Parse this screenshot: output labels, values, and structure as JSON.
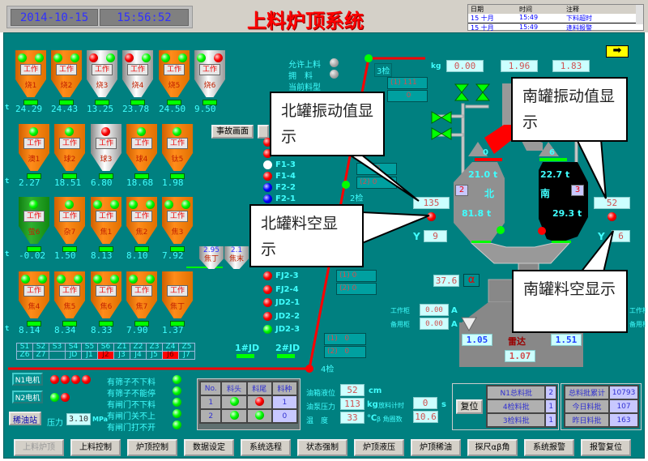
{
  "header": {
    "date": "2014-10-15",
    "time": "15:56:52",
    "title": "上料炉顶系统",
    "alarm_log": {
      "columns": [
        "日期",
        "时间",
        "注释"
      ],
      "rows": [
        [
          "15 十月",
          "15:49",
          "下料超时"
        ],
        [
          "15 十月",
          "15:49",
          "逢料报警"
        ]
      ]
    }
  },
  "silos": [
    {
      "name": "烧1",
      "color": "orange",
      "lamps": [
        "g",
        "g"
      ],
      "value": "24.29"
    },
    {
      "name": "烧2",
      "color": "orange",
      "lamps": [
        "g",
        "g"
      ],
      "value": "24.43"
    },
    {
      "name": "烧3",
      "color": "gray",
      "lamps": [
        "r",
        "g"
      ],
      "value": "13.25"
    },
    {
      "name": "烧4",
      "color": "gray",
      "lamps": [
        "r",
        "g"
      ],
      "value": "23.78"
    },
    {
      "name": "烧5",
      "color": "orange",
      "lamps": [
        "g",
        "g"
      ],
      "value": "24.50"
    },
    {
      "name": "烧6",
      "color": "gray",
      "lamps": [
        "g",
        "r"
      ],
      "value": "9.50"
    },
    {
      "name": "澳1",
      "color": "orange",
      "lamps": [
        "g"
      ],
      "value": "2.27"
    },
    {
      "name": "球2",
      "color": "orange",
      "lamps": [
        "g"
      ],
      "value": "18.51"
    },
    {
      "name": "球3",
      "color": "gray",
      "lamps": [
        "r"
      ],
      "value": "6.80"
    },
    {
      "name": "球4",
      "color": "orange",
      "lamps": [
        "g"
      ],
      "value": "18.68"
    },
    {
      "name": "钛5",
      "color": "orange",
      "lamps": [
        "g"
      ],
      "value": "1.98"
    },
    {
      "name": "萤6",
      "color": "green",
      "lamps": [
        "g"
      ],
      "value": "-0.02"
    },
    {
      "name": "杂7",
      "color": "orange",
      "lamps": [
        "g"
      ],
      "value": "1.50"
    },
    {
      "name": "焦1",
      "color": "orange",
      "lamps": [
        "g",
        "g"
      ],
      "value": "8.13"
    },
    {
      "name": "焦2",
      "color": "orange",
      "lamps": [
        "g",
        "g"
      ],
      "value": "8.10"
    },
    {
      "name": "焦3",
      "color": "orange",
      "lamps": [
        "g",
        "g"
      ],
      "value": "7.92"
    },
    {
      "name": "焦4",
      "color": "orange",
      "lamps": [
        "g",
        "g"
      ],
      "value": "8.14"
    },
    {
      "name": "焦5",
      "color": "orange",
      "lamps": [
        "g",
        "g"
      ],
      "value": "8.34"
    },
    {
      "name": "焦6",
      "color": "orange",
      "lamps": [
        "g",
        "g"
      ],
      "value": "8.33"
    },
    {
      "name": "焦7",
      "color": "orange",
      "lamps": [
        "g",
        "g"
      ],
      "value": "7.90"
    },
    {
      "name": "焦丁",
      "color": "orange",
      "lamps": [],
      "value": "1.37"
    }
  ],
  "silo_work_label": "工作",
  "unit_t": "t",
  "small_hoppers": [
    {
      "value": "2.95",
      "name": "焦丁"
    },
    {
      "value": "2.1",
      "name": "焦末"
    }
  ],
  "accident_button": "事故画面",
  "status": {
    "allow_feed": "允许上料",
    "jam": "拥　料",
    "current_type": "当前料型"
  },
  "valve_lamps": [
    {
      "label": "",
      "c": "r"
    },
    {
      "label": "",
      "c": "r"
    },
    {
      "label": "F1-3",
      "c": "w"
    },
    {
      "label": "F1-4",
      "c": "r"
    },
    {
      "label": "F2-2",
      "c": "b"
    },
    {
      "label": "F2-1",
      "c": "b"
    }
  ],
  "valve_lamps2": [
    {
      "label": "FJ2-3",
      "c": "r"
    },
    {
      "label": "FJ2-4",
      "c": "r"
    },
    {
      "label": "JD2-1",
      "c": "r"
    },
    {
      "label": "JD2-2",
      "c": "r"
    },
    {
      "label": "JD2-3",
      "c": "g"
    }
  ],
  "checks": {
    "c3": "3检",
    "c2": "2检",
    "c4": "4检",
    "c3_1": "(1) 111",
    "c3_2": "0",
    "c2_1": "0",
    "c2_2": "(2)",
    "c2_2v": "0",
    "m1": "(1)",
    "m1v": "0",
    "m2": "(2)",
    "m2v": "0",
    "b1": "(1)",
    "b1v": "0",
    "b2": "(2)",
    "b2v": "0"
  },
  "weights": {
    "unit": "kg",
    "w1": "0.00",
    "w2": "1.96",
    "w3": "1.83"
  },
  "north": {
    "top": "0",
    "weight": "21.0 t",
    "num": "2",
    "label": "北",
    "weight2": "81.8 t",
    "vibration": "135",
    "y_label": "Y",
    "y": "9"
  },
  "south": {
    "top": "6",
    "weight": "22.7 t",
    "num": "3",
    "label": "南",
    "weight2": "29.3 t",
    "vibration": "52",
    "y_label": "Y",
    "y": "6"
  },
  "lower": {
    "angle": "37.6",
    "alpha": "α",
    "work_cab": "工作柜",
    "spare_cab": "备用柜",
    "work_val": "0.00",
    "spare_val": "0.00",
    "unit_a": "A",
    "radar_l": "1.05",
    "radar": "雷达",
    "radar_r": "1.51",
    "radar_c": "1.07",
    "right_work": "工作柜",
    "right_spare": "备用柜"
  },
  "callouts": {
    "north_vib": "北罐振动值显示",
    "north_empty": "北罐料空显示",
    "south_vib": "南罐振动值显示",
    "south_empty": "南罐料空显示"
  },
  "grid": [
    [
      "S1",
      "S2",
      "S3",
      "S4",
      "S5",
      "S6",
      "Z1",
      "Z2",
      "Z3",
      "Z4",
      "Z5"
    ],
    [
      "Z6",
      "Z7",
      "",
      "JD",
      "J1",
      "J2",
      "J3",
      "J4",
      "J5",
      "J6",
      "J7"
    ]
  ],
  "grid_red": [
    "J2",
    "J6"
  ],
  "jd": {
    "jd1": "1#JD",
    "jd2": "2#JD"
  },
  "motors": {
    "n1": "N1电机",
    "n1_lamps": [
      "r",
      "r",
      "r",
      "r"
    ],
    "n2": "N2电机",
    "n2_lamps": [
      "g",
      "r"
    ],
    "oil_station": "稀油站",
    "pressure_label": "压力",
    "pressure": "3.10",
    "pressure_unit": "MPa"
  },
  "faults": [
    "有筛子不下料",
    "有筛子不能停",
    "有闸门不下料",
    "有闸门关不上",
    "有闸门打不开"
  ],
  "material_table": {
    "columns": [
      "No.",
      "料头",
      "料尾",
      "料种"
    ],
    "rows": [
      {
        "no": "1",
        "head": "g",
        "tail": "r",
        "kind": "1"
      },
      {
        "no": "2",
        "head": "g",
        "tail": "g",
        "kind": "0"
      }
    ]
  },
  "oil": {
    "level_label": "油箱液位",
    "level": "52",
    "level_unit": "cm",
    "pump_label": "油泵压力",
    "pump": "113",
    "pump_unit": "kg",
    "timer_label": "放料计时",
    "timer": "0",
    "timer_unit": "s",
    "temp_label": "温　度",
    "temp": "33",
    "temp_unit": "℃",
    "beta_label": "β 角圈数",
    "beta": "10.6"
  },
  "batches": {
    "reset": "复位",
    "n1_label": "N1总料批",
    "n1": "2",
    "c4_label": "4检料批",
    "c4": "1",
    "c3_label": "3检料批",
    "c3": "1",
    "total_label": "总料批累计",
    "total": "10793",
    "today_label": "今日料批",
    "today": "107",
    "yesterday_label": "昨日料批",
    "yesterday": "163"
  },
  "nav": [
    "上料炉顶",
    "上料控制",
    "炉顶控制",
    "数据设定",
    "系统选程",
    "状态强制",
    "炉顶液压",
    "炉顶稀油",
    "探尺αβ角",
    "系统报警",
    "报警复位"
  ],
  "colors": {
    "bg": "#008080",
    "silo": "#ff8000",
    "line": "#ff0000"
  }
}
